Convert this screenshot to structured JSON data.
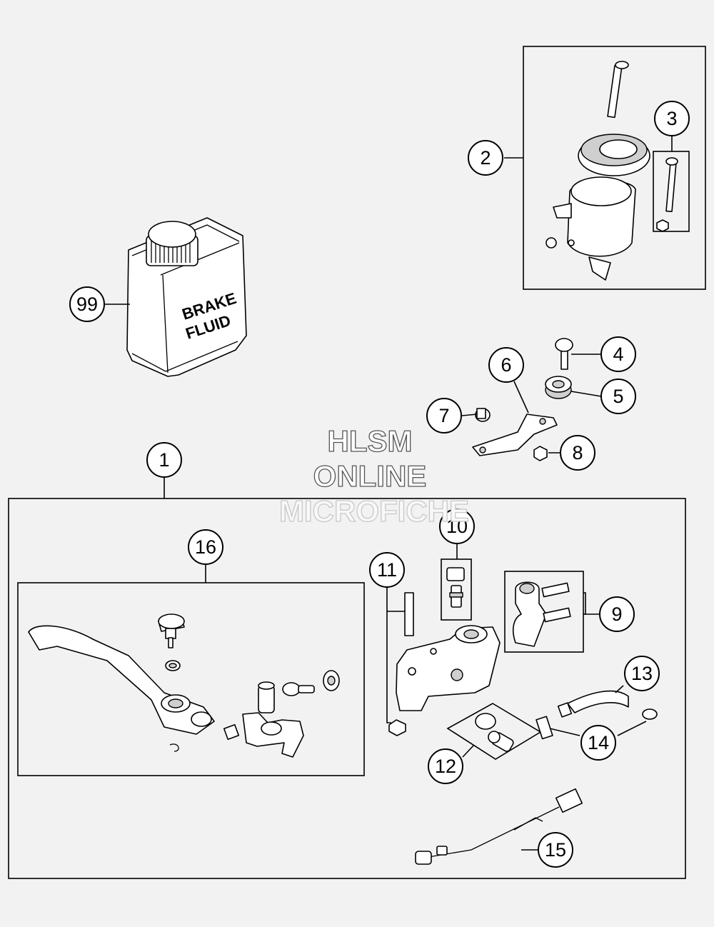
{
  "watermark": {
    "line1": "HLSM",
    "line2": "ONLINE",
    "line3": "MICROFICHE"
  },
  "bottle_label": {
    "line1": "BRAKE",
    "line2": "FLUID"
  },
  "callouts": {
    "c1": "1",
    "c2": "2",
    "c3": "3",
    "c4": "4",
    "c5": "5",
    "c6": "6",
    "c7": "7",
    "c8": "8",
    "c9": "9",
    "c10": "10",
    "c11": "11",
    "c12": "12",
    "c13": "13",
    "c14": "14",
    "c15": "15",
    "c16": "16",
    "c99": "99"
  }
}
